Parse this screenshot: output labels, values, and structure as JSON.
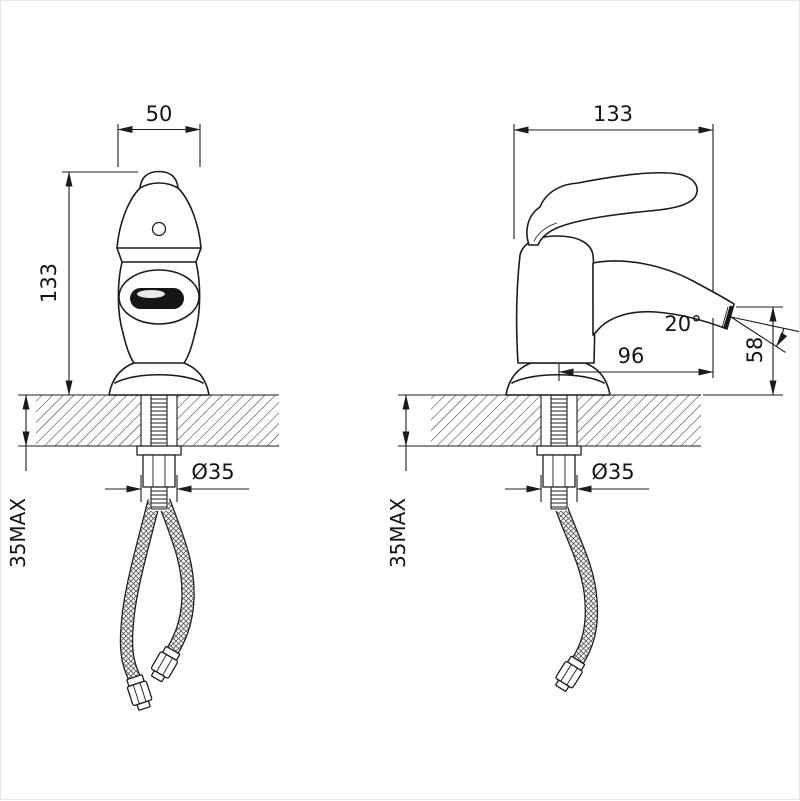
{
  "drawing": {
    "kind": "basin-mixer-faucet-dimension-drawing",
    "colors": {
      "ink": "#1c1c1c",
      "paper": "#ffffff",
      "aerator_fill": "#151515"
    },
    "views": {
      "front": {
        "dims": {
          "top_width": "50",
          "height": "133",
          "max_deck_thickness": "35MAX",
          "hole_diameter": "Ø35"
        }
      },
      "side": {
        "dims": {
          "top_width": "133",
          "spout_reach": "96",
          "spout_angle": "20°",
          "outlet_height": "58",
          "max_deck_thickness": "35MAX",
          "hole_diameter": "Ø35"
        }
      }
    }
  }
}
